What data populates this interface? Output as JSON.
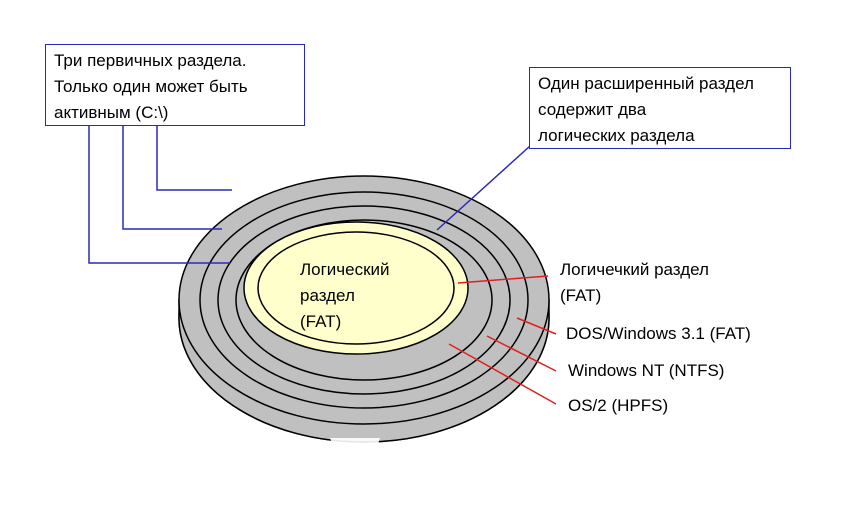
{
  "primary_box": {
    "lines": [
      "Три первичных раздела.",
      "Только один может быть",
      "активным  (C:\\)"
    ]
  },
  "extended_box": {
    "lines": [
      "Один расширенный раздел",
      "содержит два",
      "логических раздела"
    ]
  },
  "inner_label": {
    "lines": [
      "Логический",
      "раздел",
      "(FAT)"
    ]
  },
  "right_labels": {
    "logical": [
      "Логичечкий раздел",
      "(FAT)"
    ],
    "dos": "DOS/Windows 3.1 (FAT)",
    "nt": "Windows NT (NTFS)",
    "os2": "OS/2 (HPFS)"
  },
  "colors": {
    "disk_gray": "#c0c0c0",
    "disk_edge": "#000000",
    "inner_fill": "#ffffcc",
    "box_border": "#2a2ab8",
    "pointer_red": "#e02020"
  }
}
